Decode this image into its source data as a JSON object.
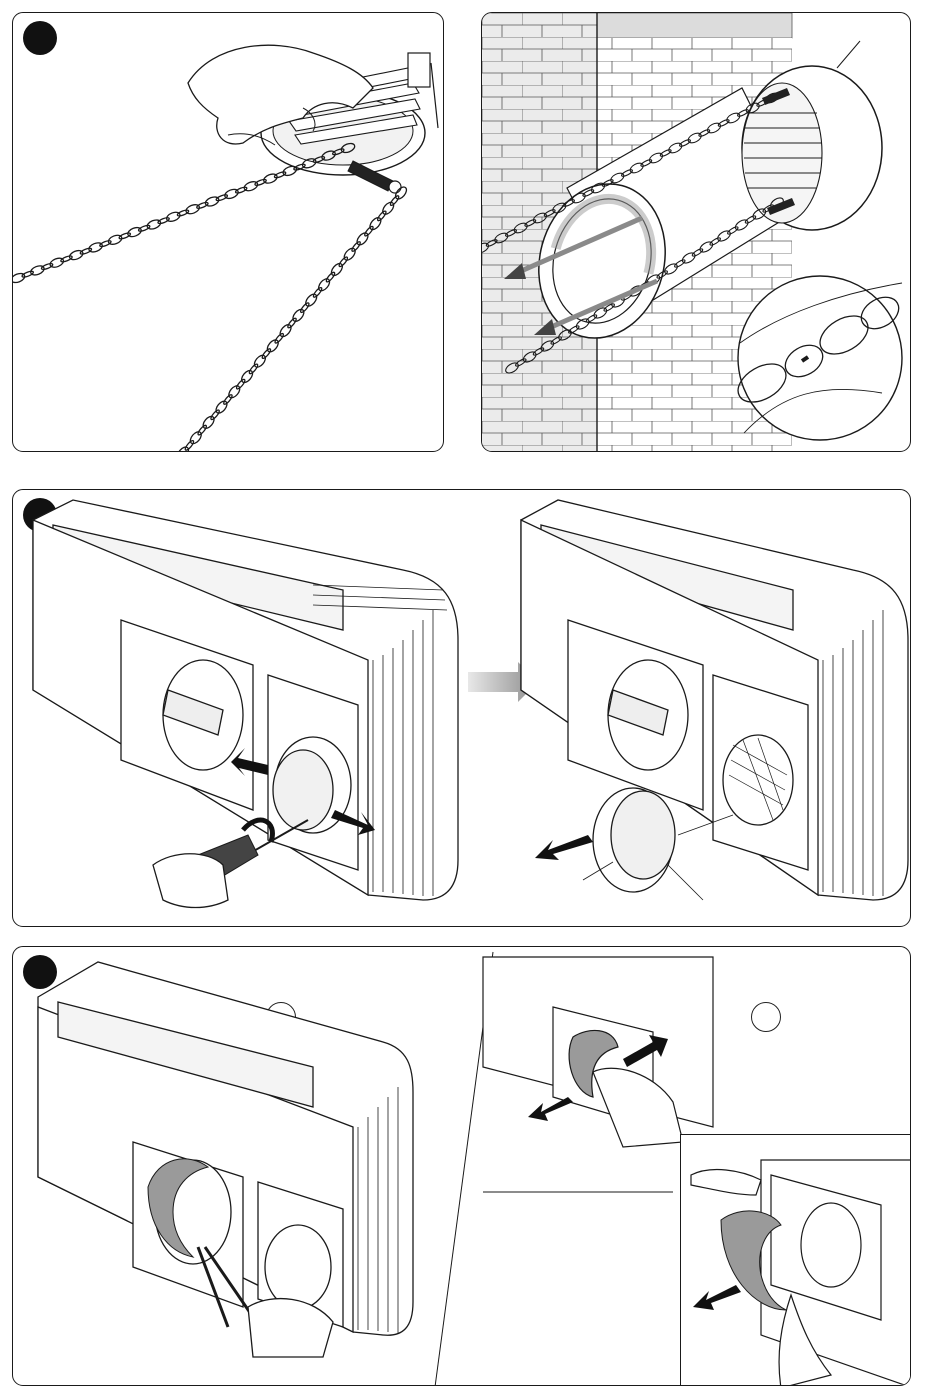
{
  "page": {
    "background": "#ffffff",
    "line_color": "#1a1a1a",
    "accent_gray": "#9a9a9a",
    "dark_gray": "#3b3b3b"
  },
  "panels": [
    {
      "id": 1,
      "badge": "black-step-badge",
      "content": "hand-chain-grille-illustration"
    },
    {
      "id": 2,
      "badge": "black-step-badge",
      "content": "brick-wall-chain-pull-illustration"
    },
    {
      "id": 3,
      "badge": "black-step-badge",
      "content": "screwdriver-grille-removal-illustration"
    },
    {
      "id": 4,
      "badge": "black-step-badge",
      "content": "pliers-seal-removal-illustration"
    }
  ],
  "icons": {
    "step": "black-circle",
    "arrow": "black-arrow-icon",
    "transition_arrow": "gray-gradient-arrow-icon",
    "marker": "empty-circle-marker"
  }
}
